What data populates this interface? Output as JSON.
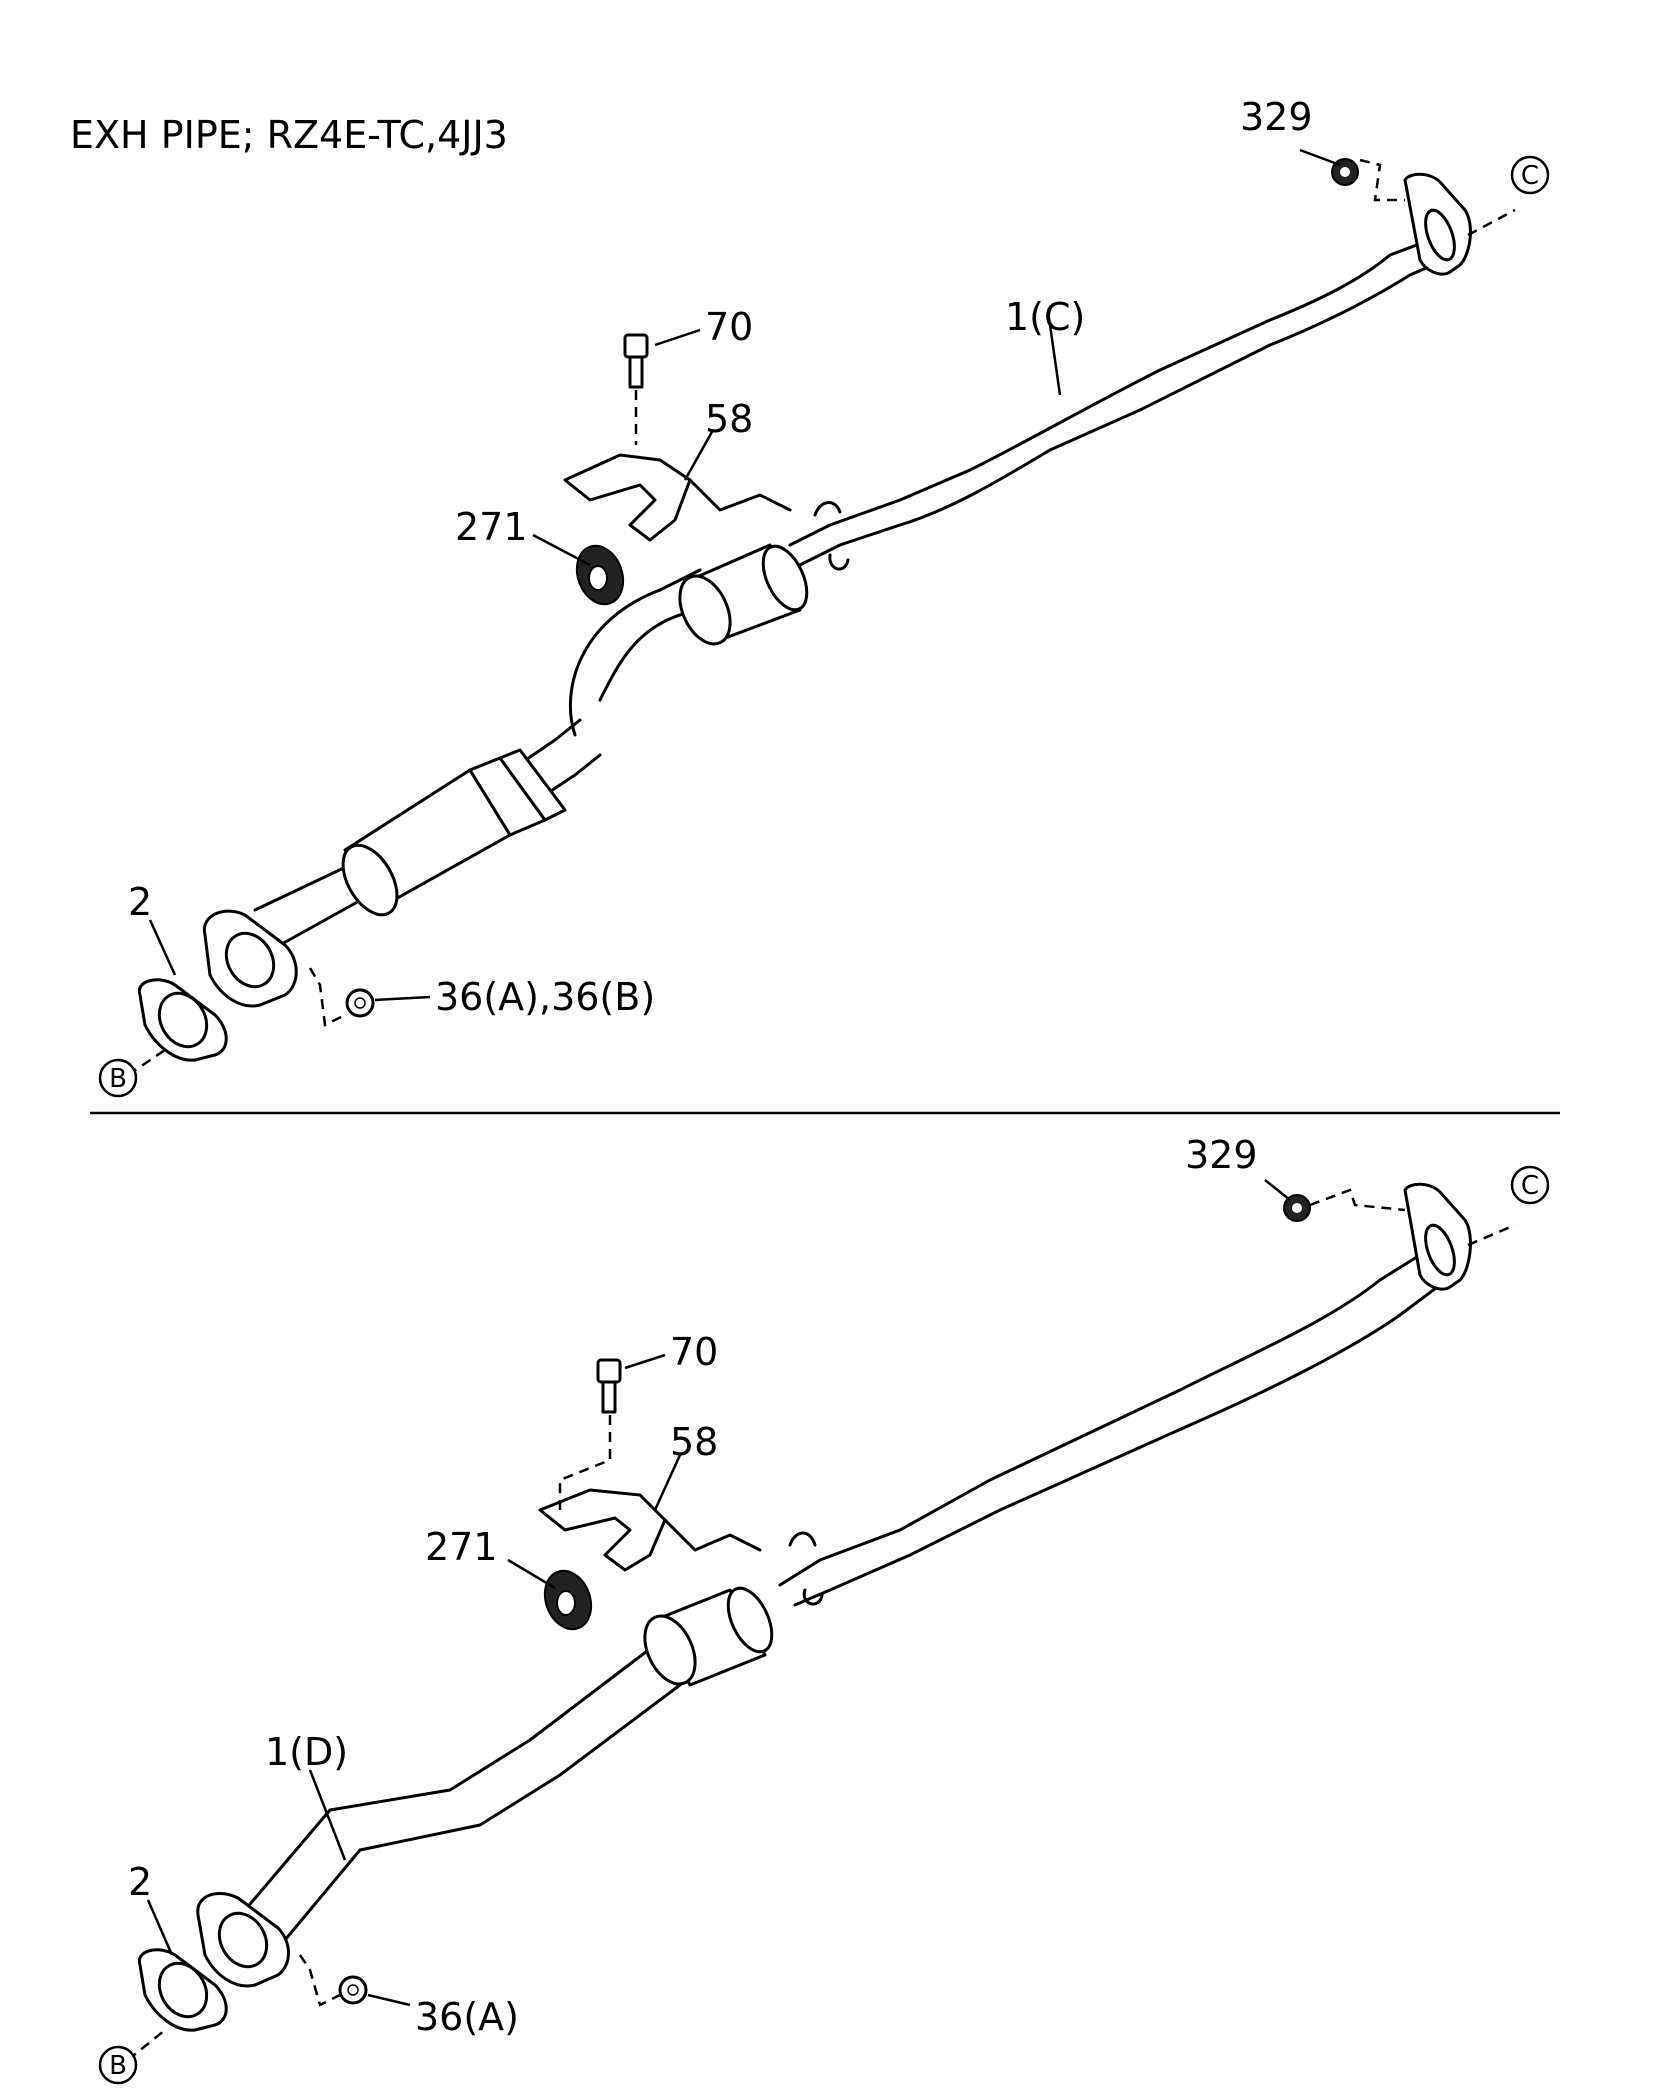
{
  "title": "EXH PIPE; RZ4E-TC,4JJ3",
  "top": {
    "labels": {
      "p329": "329",
      "p70": "70",
      "p1": "1(C)",
      "p58": "58",
      "p271": "271",
      "p2": "2",
      "p36": "36(A),36(B)"
    },
    "ref_c": "C",
    "ref_b": "B"
  },
  "bottom": {
    "labels": {
      "p329": "329",
      "p70": "70",
      "p58": "58",
      "p271": "271",
      "p1": "1(D)",
      "p2": "2",
      "p36": "36(A)"
    },
    "ref_c": "C",
    "ref_b": "B"
  }
}
